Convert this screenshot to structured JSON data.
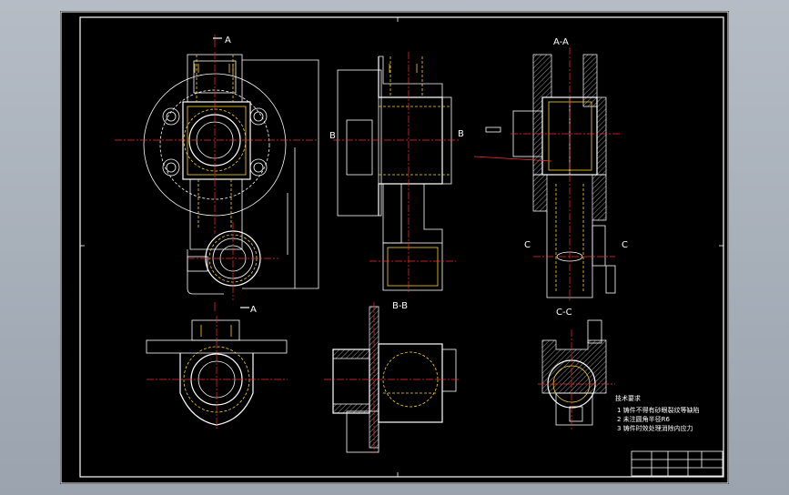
{
  "views": {
    "front_top": "A",
    "front_bottom": "A",
    "side_left": "B",
    "side_right": "B",
    "section_aa": "A-A",
    "section_bb": "B-B",
    "section_cc": "C-C",
    "cut_c_left": "C",
    "cut_c_right": "C"
  },
  "notes": {
    "heading": "技术要求",
    "line1": "1 铸件不得有砂眼裂纹等缺陷",
    "line2": "2 未注圆角半径R6",
    "line3": "3 铸件时效处理消除内应力"
  },
  "colors": {
    "outline": "#ffffff",
    "hidden": "#ffd21e",
    "center": "#ff2a2a",
    "background": "#000000"
  }
}
